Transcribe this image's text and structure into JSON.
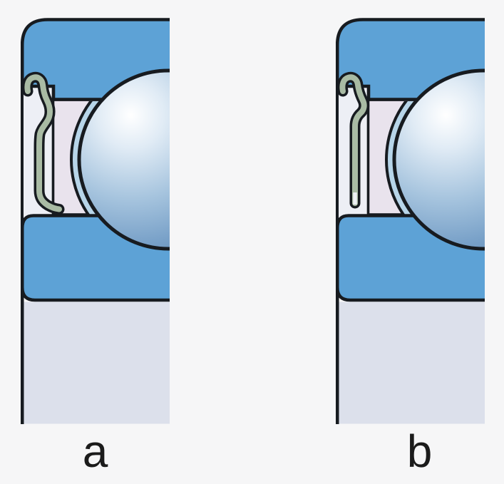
{
  "figure": {
    "panels": [
      {
        "id": "a",
        "label": "a"
      },
      {
        "id": "b",
        "label": "b"
      }
    ]
  },
  "colors": {
    "background": "#f6f6f7",
    "outline": "#171b20",
    "ring-blue": "#5da2d6",
    "interior": "#edeff5",
    "cage": "#e9e3ed",
    "crescent": "#b7d5e9",
    "shaft": "#dce0eb",
    "seal": "#a9bba4",
    "slot": "#eef0f5",
    "ball-hi": "#ffffff",
    "ball-light": "#e0ebf5",
    "ball-mid": "#a6c4de",
    "ball-deep": "#7aa2c9",
    "ball-dark": "#5d88b4",
    "ball-edge": "#4a76a3",
    "label": "#1b1b1b"
  }
}
